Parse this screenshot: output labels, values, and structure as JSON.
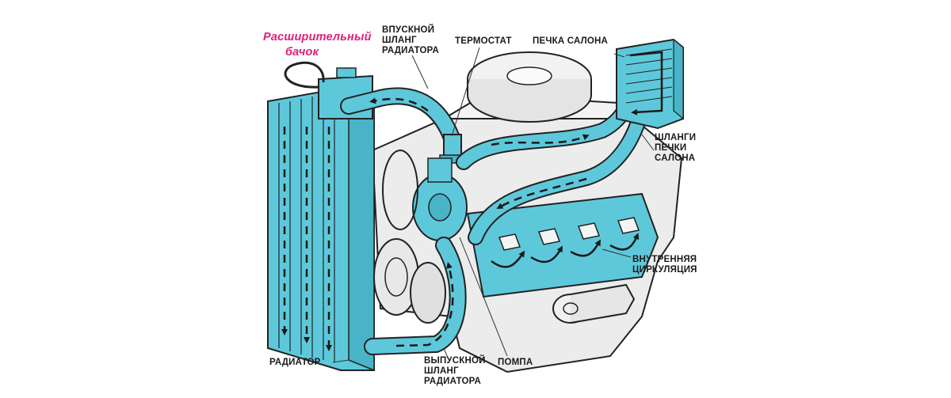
{
  "colors": {
    "coolant": "#5ec8db",
    "coolant_dark": "#2b8fa3",
    "metal": "#e8e8e8",
    "outline": "#222222",
    "accent_label": "#e0207a"
  },
  "labels": {
    "expansion_tank": [
      "Расширительный",
      "бачок"
    ],
    "inlet_hose": [
      "ВПУСКНОЙ",
      "ШЛАНГ",
      "РАДИАТОРА"
    ],
    "thermostat": [
      "ТЕРМОСТАТ"
    ],
    "cabin_heater": [
      "ПЕЧКА САЛОНА"
    ],
    "heater_hoses": [
      "ШЛАНГИ",
      "ПЕЧКИ",
      "САЛОНА"
    ],
    "internal_circulation": [
      "ВНУТРЕННЯЯ",
      "ЦИРКУЛЯЦИЯ"
    ],
    "pump": [
      "ПОМПА"
    ],
    "outlet_hose": [
      "ВЫПУСКНОЙ",
      "ШЛАНГ",
      "РАДИАТОРА"
    ],
    "radiator": [
      "РАДИАТОР"
    ]
  }
}
